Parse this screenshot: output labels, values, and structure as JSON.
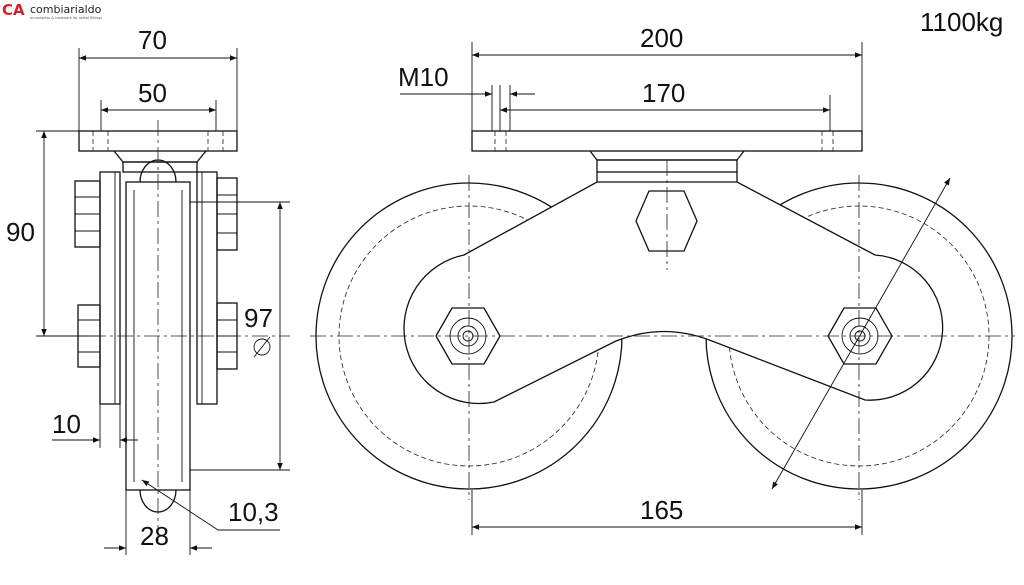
{
  "logo": {
    "mark": "CA",
    "name": "combiarialdo",
    "tagline": "accessories & hardware for metal fittings"
  },
  "load": "1100kg",
  "side_view": {
    "width_70": "70",
    "width_50": "50",
    "height_90": "90",
    "diameter_97": "97",
    "plate_10": "10",
    "groove_10_3": "10,3",
    "wheel_28": "28"
  },
  "front_view": {
    "length_200": "200",
    "hole_spacing_170": "170",
    "thread_m10": "M10",
    "axle_spacing_165": "165"
  }
}
